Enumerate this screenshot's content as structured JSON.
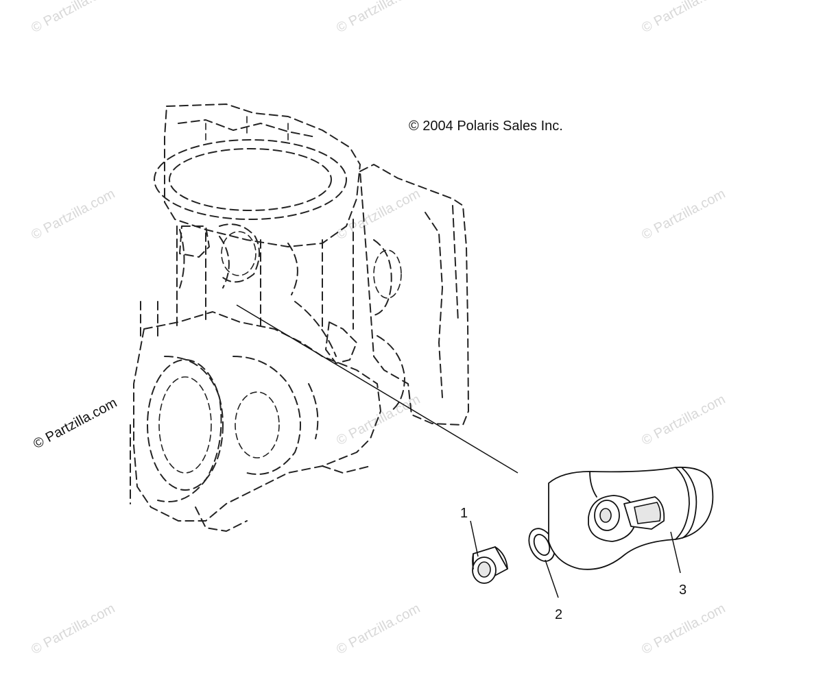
{
  "copyright": "© 2004 Polaris Sales Inc.",
  "watermark": "© Partzilla.com",
  "callouts": [
    {
      "number": "1",
      "part": "plug"
    },
    {
      "number": "2",
      "part": "washer"
    },
    {
      "number": "3",
      "part": "elbow"
    }
  ],
  "colors": {
    "line": "#111111",
    "watermark": "#d8d8d8",
    "background": "#ffffff"
  }
}
